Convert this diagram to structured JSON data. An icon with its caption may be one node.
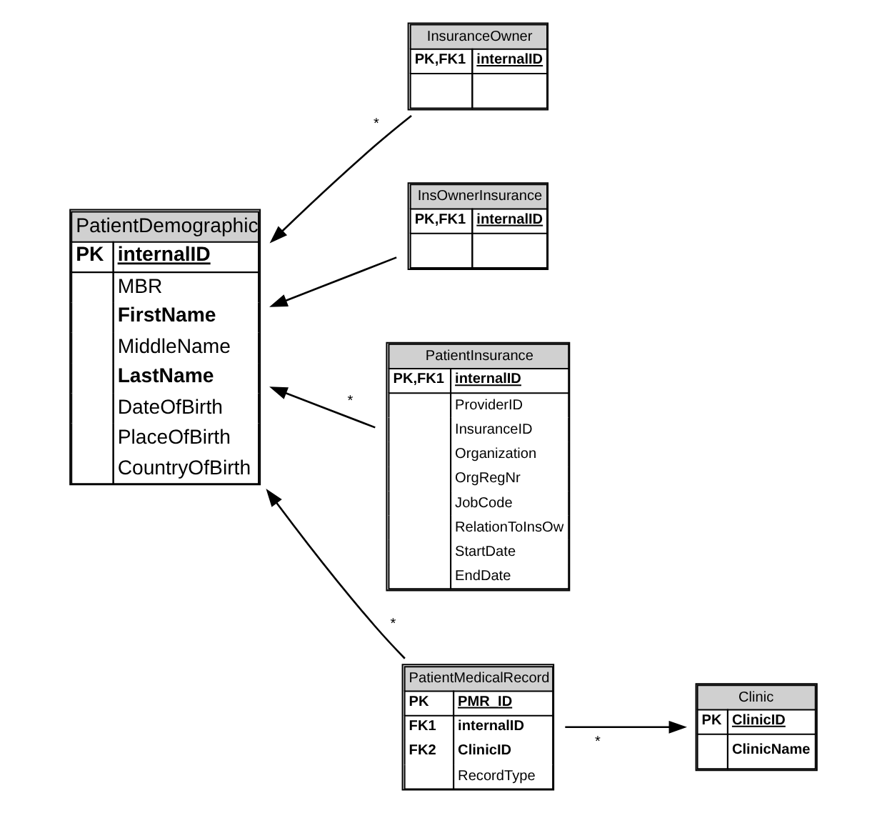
{
  "diagram": {
    "nodes": [
      {
        "text": [
          "InsuranceOwner",
          "PK,FK1",
          "internalID"
        ]
      },
      {
        "text": [
          "InsOwnerInsurance",
          "PK,FK1",
          "internalID"
        ]
      },
      {
        "text": [
          "PatientDemographic",
          "PK",
          "internalID",
          "MBR",
          "FirstName",
          "MiddleName",
          "LastName",
          "DateOfBirth",
          "PlaceOfBirth",
          "CountryOfBirth"
        ]
      },
      {
        "text": [
          "PatientInsurance",
          "PK,FK1",
          "internalID",
          "ProviderID",
          "InsuranceID",
          "Organization",
          "OrgRegNr",
          "JobCode",
          "RelationToInsOw",
          "StartDate",
          "EndDate"
        ]
      },
      {
        "text": [
          "PatientMedicalRecord",
          "PK",
          "PMR_ID",
          "FK1",
          "internalID",
          "FK2",
          "ClinicID",
          "RecordType"
        ]
      },
      {
        "text": [
          "Clinic",
          "PK",
          "ClinicID",
          "ClinicName"
        ]
      }
    ],
    "edges": [
      {
        "from": 0,
        "to": 2,
        "arrow": "to",
        "label": "*"
      },
      {
        "from": 1,
        "to": 2,
        "arrow": "to"
      },
      {
        "from": 3,
        "to": 2,
        "arrow": "to",
        "label": "*"
      },
      {
        "from": 4,
        "to": 2,
        "arrow": "to",
        "label": "*"
      },
      {
        "from": 4,
        "to": 5,
        "arrow": "to",
        "label": "*"
      }
    ]
  }
}
